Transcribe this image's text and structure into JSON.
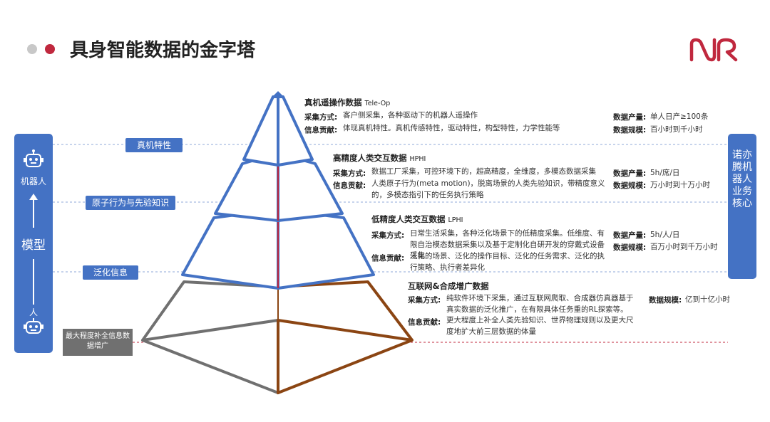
{
  "header": {
    "title": "具身智能数据的金字塔",
    "dot_colors": [
      "#c8c8c8",
      "#c0283e"
    ],
    "logo_color": "#c0283e"
  },
  "left_bar": {
    "top_label": "机器人",
    "middle_label": "模型",
    "bottom_label": "人",
    "top_icon": "robot-head-icon",
    "bottom_icon": "robot-face-icon"
  },
  "right_bar": {
    "text": "诺亦腾机器人业务核心"
  },
  "tags": {
    "t1": "真机特性",
    "t2": "原子行为与先验知识",
    "t3": "泛化信息",
    "t4": "最大程度补全信息数据增广"
  },
  "tiers": [
    {
      "title": "真机遥操作数据",
      "title_en": "Tele-Op",
      "collect_label": "采集方式:",
      "collect": "客户侧采集，各种驱动下的机器人遥操作",
      "info_label": "信息贡献:",
      "info": "体现真机特性。真机传感特性，驱动特性，构型特性，力学性能等",
      "output_label": "数据产量:",
      "output": "单人日产≥100条",
      "scale_label": "数据规模:",
      "scale": "百小时到千小时"
    },
    {
      "title": "高精度人类交互数据",
      "title_en": "HPHI",
      "collect_label": "采集方式:",
      "collect": "数据工厂采集，可控环境下的，超高精度，全维度，多模态数据采集",
      "info_label": "信息贡献:",
      "info": "人类原子行为(meta motion)，脱离场景的人类先验知识，带精度意义的，多模态指引下的任务执行策略",
      "output_label": "数据产量:",
      "output": "5h/席/日",
      "scale_label": "数据规模:",
      "scale": "万小时到十万小时"
    },
    {
      "title": "低精度人类交互数据",
      "title_en": "LPHI",
      "collect_label": "采集方式:",
      "collect": "日常生活采集，各种泛化场景下的低精度采集。低维度、有限自治模态数据采集以及基于定制化自研开发的穿戴式设备采集",
      "info_label": "信息贡献:",
      "info": "泛化的场景、泛化的操作目标、泛化的任务需求、泛化的执行策略、执行者差异化",
      "output_label": "数据产量:",
      "output": "5h/人/日",
      "scale_label": "数据规模:",
      "scale": "百万小时到千万小时"
    },
    {
      "title": "互联网&合成增广数据",
      "collect_label": "采集方式:",
      "collect": "纯软件环境下采集，通过互联网爬取、合成器仿真器基于真实数据的泛化推广，在有限具体任务重的RL探索等。",
      "info_label": "信息贡献:",
      "info": "更大程度上补全人类先验知识、世界物理规则以及更大尺度地扩大前三层数据的体量",
      "scale_label": "数据规模:",
      "scale": "亿到十亿小时"
    }
  ],
  "colors": {
    "blue": "#4472c4",
    "red": "#c0283e",
    "brown": "#8b4513",
    "grey": "#707070",
    "dash_blue": "#8fa9d9",
    "dash_red": "#c0283e"
  }
}
